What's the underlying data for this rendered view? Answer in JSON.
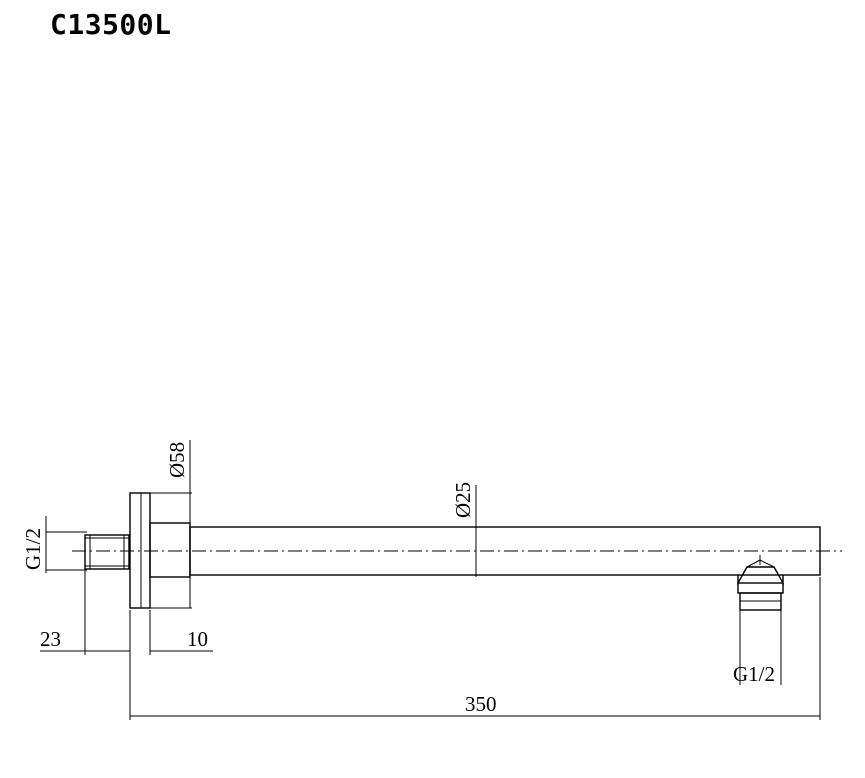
{
  "drawing": {
    "title": "C13500L",
    "dims": {
      "flange_diameter": "Ø58",
      "arm_diameter": "Ø25",
      "inlet_thread": "G1/2",
      "outlet_thread": "G1/2",
      "inlet_length": "23",
      "flange_thickness": "10",
      "overall_length": "350"
    }
  },
  "colors": {
    "line": "#000000",
    "background": "#ffffff"
  }
}
